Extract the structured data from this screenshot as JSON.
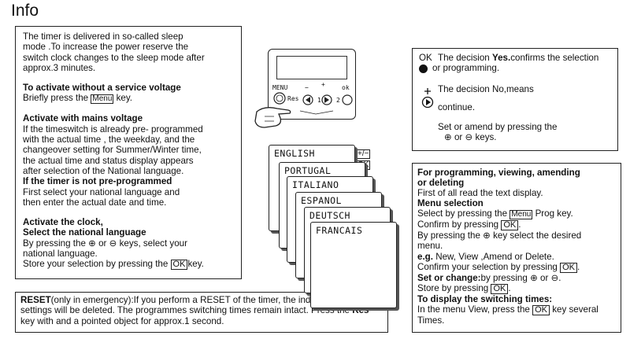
{
  "title": "Info",
  "left": {
    "intro": [
      "The timer is delivered in so-called sleep",
      "mode .To increase the power reserve the",
      "switch clock changes to the sleep mode after",
      "approx.3 minutes."
    ],
    "activate_no_voltage_heading": "To activate without a service voltage",
    "activate_no_voltage_text_pre": "Briefly press the",
    "menu_key": "Menu",
    "activate_no_voltage_text_post": "key.",
    "mains_heading": "Activate with mains voltage",
    "mains_text": [
      "If the timeswitch is already pre- programmed",
      "with the actual time , the weekday, and the",
      "changeover setting for Summer/Winter time,",
      "the actual time and status display appears",
      "after selection of the National language."
    ],
    "not_pre_heading": "If the timer is not pre-programmed",
    "not_pre_text": [
      "First select your national language and",
      "then enter the actual date and time."
    ],
    "clock_heading_1": "Activate the clock,",
    "clock_heading_2": "Select the national language",
    "clock_text_1_pre": "By pressing the",
    "clock_text_1_mid": "or",
    "clock_text_1_post": "keys, select your",
    "clock_text_2": "national language.",
    "clock_text_3_pre": "Store your selection by pressing the",
    "ok_key": "OK",
    "clock_text_3_post": "key."
  },
  "ok_box": {
    "ok_label": "OK",
    "yes_line_1_pre": "The decision",
    "yes_bold": "Yes.",
    "yes_line_1_post": "confirms the selection",
    "yes_line_2": "or programming.",
    "no_line_1": "The decision No,means",
    "no_line_2": "continue.",
    "amend_line_1": "Set or amend by pressing the",
    "amend_line_2_mid": "or",
    "amend_line_2_post": "keys."
  },
  "prog_box": {
    "heading_1": "For programming, viewing, amending",
    "heading_2": "or deleting",
    "line_read": "First of all read the text display.",
    "menu_sel_heading": "Menu selection",
    "sel_pre": "Select by pressing the",
    "menu_key": "Menu",
    "sel_post": "Prog key.",
    "confirm_pre": "Confirm by pressing",
    "ok_key": "OK",
    "confirm_post": ".",
    "press_pre": "By pressing the",
    "press_post": "key select the desired",
    "press_line2": "menu.",
    "eg_bold": "e.g.",
    "eg_text": "New, View ,Amend or Delete.",
    "confirm_sel_pre": "Confirm your selection by pressing",
    "confirm_sel_post": ".",
    "set_bold": "Set or change:",
    "set_text_pre": "by pressing",
    "set_text_mid": "or",
    "set_text_post": ".",
    "store_pre": "Store by pressing",
    "store_post": ".",
    "display_heading": "To display the switching times:",
    "display_pre": "In the menu View, press the",
    "display_post": "key several",
    "display_line2": "Times."
  },
  "reset": {
    "bold": "RESET",
    "line1": "(only in emergency):If you perform a RESET of the timer, the individual",
    "line2": "settings will be deleted. The programmes switching times remain intact. Press the",
    "res_bold": "Res",
    "line3": "key with and a pointed object for approx.1 second."
  },
  "diagram": {
    "menu_label": "MENU",
    "res_label": "Res",
    "ok_label": "ok",
    "one": "1",
    "two": "2",
    "minus": "−",
    "plus": "+",
    "plus_minus_keys": "+/−",
    "ok_key": "OK",
    "languages": [
      "ENGLISH",
      "PORTUGAL",
      "ITALIANO",
      "ESPANOL",
      "DEUTSCH",
      "FRANCAIS"
    ]
  },
  "icons": {
    "plus_circle": "⊕",
    "minus_circle": "⊖"
  }
}
